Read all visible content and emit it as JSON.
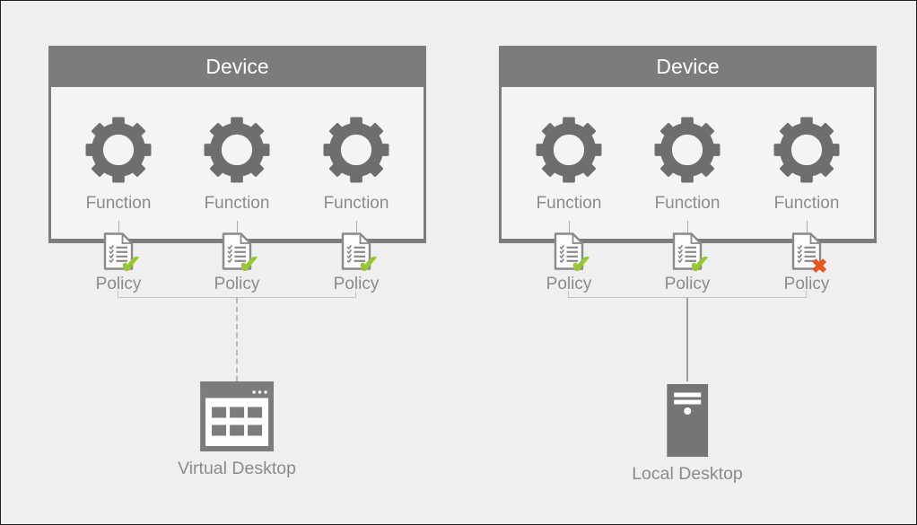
{
  "page": {
    "background": "#efefef",
    "frame_border": "#1f1f1f"
  },
  "colors": {
    "device_header_gray": "#7c7c7c",
    "device_body_gray": "#f4f4f4",
    "gear_gray": "#6e6e6e",
    "label_gray": "#8b8b8b",
    "pass_green": "#97c831",
    "fail_orange": "#e8561e",
    "bracket_gray": "#c3c3c3",
    "dashed_connector_gray": "#b9b9b9",
    "solid_connector_gray": "#9e9e9e"
  },
  "devices": [
    {
      "title": "Device",
      "functions": [
        {
          "label": "Function",
          "icon": "gear-icon"
        },
        {
          "label": "Function",
          "icon": "gear-icon"
        },
        {
          "label": "Function",
          "icon": "gear-icon"
        }
      ],
      "policies": [
        {
          "label": "Policy",
          "status": "pass",
          "glyph": "✔",
          "color": "#97c831",
          "icon": "check-icon"
        },
        {
          "label": "Policy",
          "status": "pass",
          "glyph": "✔",
          "color": "#97c831",
          "icon": "check-icon"
        },
        {
          "label": "Policy",
          "status": "pass",
          "glyph": "✔",
          "color": "#97c831",
          "icon": "check-icon"
        }
      ],
      "connector_style": "dashed",
      "target": {
        "label": "Virtual Desktop",
        "icon": "virtual-desktop-icon"
      }
    },
    {
      "title": "Device",
      "functions": [
        {
          "label": "Function",
          "icon": "gear-icon"
        },
        {
          "label": "Function",
          "icon": "gear-icon"
        },
        {
          "label": "Function",
          "icon": "gear-icon"
        }
      ],
      "policies": [
        {
          "label": "Policy",
          "status": "pass",
          "glyph": "✔",
          "color": "#97c831",
          "icon": "check-icon"
        },
        {
          "label": "Policy",
          "status": "pass",
          "glyph": "✔",
          "color": "#97c831",
          "icon": "check-icon"
        },
        {
          "label": "Policy",
          "status": "fail",
          "glyph": "✖",
          "color": "#e8561e",
          "icon": "x-icon"
        }
      ],
      "connector_style": "solid",
      "target": {
        "label": "Local Desktop",
        "icon": "local-desktop-icon"
      }
    }
  ]
}
